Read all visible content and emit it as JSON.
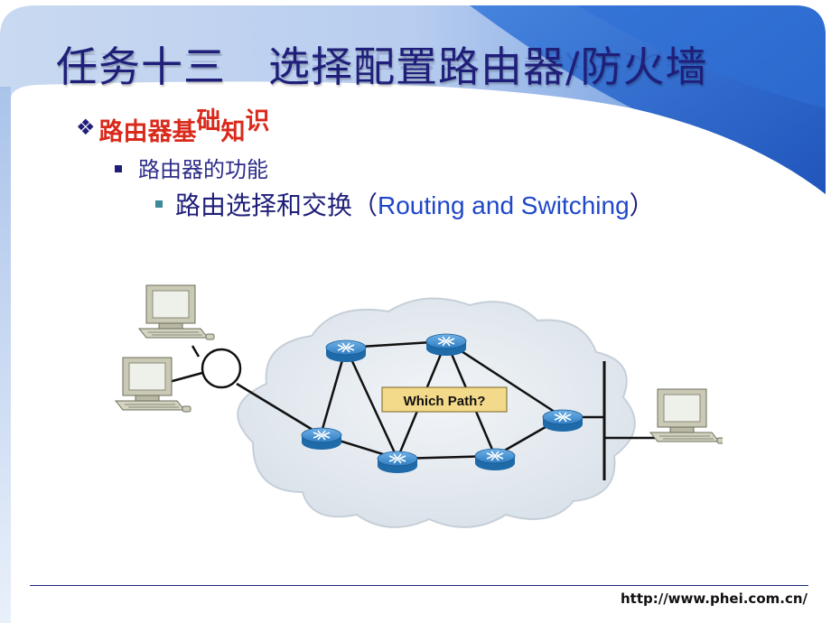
{
  "slide": {
    "title": "任务十三　选择配置路由器/防火墙",
    "heading": {
      "part1": "路由器基",
      "part2": "础",
      "part3": "知",
      "part4": "识"
    },
    "bullet1": "路由器的功能",
    "bullet2": {
      "text_cn": "路由选择和交换（",
      "text_en": "Routing and Switching",
      "close": "）"
    },
    "diagram": {
      "label": "Which Path?"
    },
    "footer_url": "http://www.phei.com.cn/"
  },
  "colors": {
    "title": "#1f1f7a",
    "heading": "#d92a1c",
    "accent_blue": "#2a7fd4",
    "router_blue": "#3a86c8"
  }
}
